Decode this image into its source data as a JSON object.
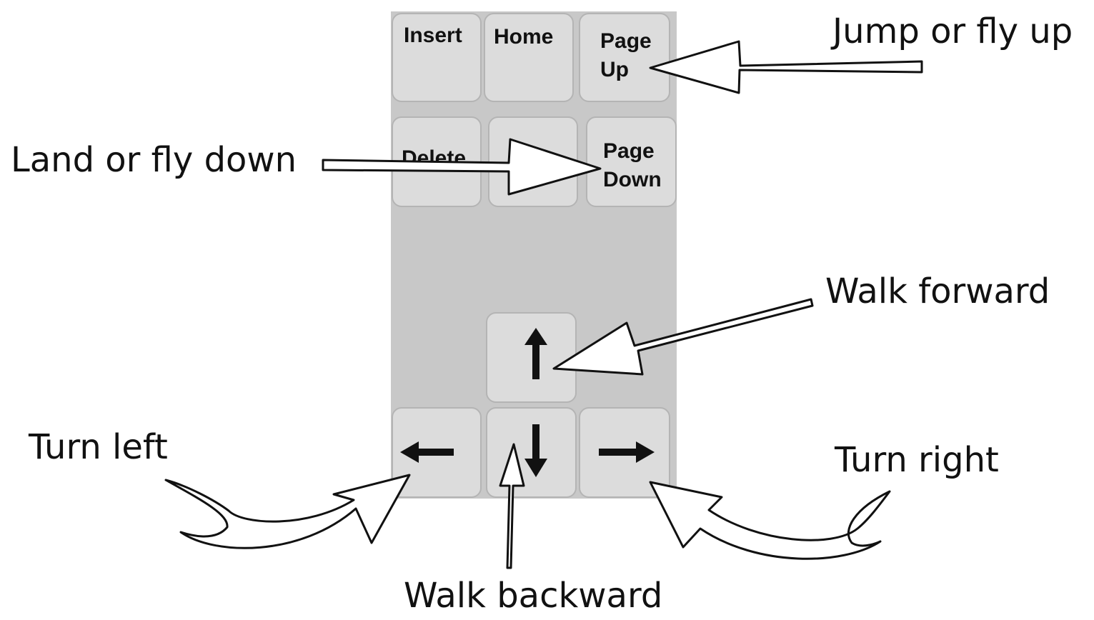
{
  "keys": {
    "insert": "Insert",
    "home": "Home",
    "page_up": "Page\nUp",
    "delete": "Delete",
    "page_down": "Page\nDown"
  },
  "callouts": {
    "jump_or_fly_up": "Jump or fly up",
    "land_or_fly_down": "Land or fly down",
    "walk_forward": "Walk forward",
    "turn_left": "Turn left",
    "turn_right": "Turn right",
    "walk_backward": "Walk backward"
  },
  "colors": {
    "panel": "#c8c8c8",
    "key": "#dcdcdc",
    "key_border": "#b4b4b4",
    "arrow_fill": "#ffffff",
    "ink": "#111111"
  },
  "icons": [
    "arrow-up-icon",
    "arrow-left-icon",
    "arrow-down-icon",
    "arrow-right-icon"
  ]
}
